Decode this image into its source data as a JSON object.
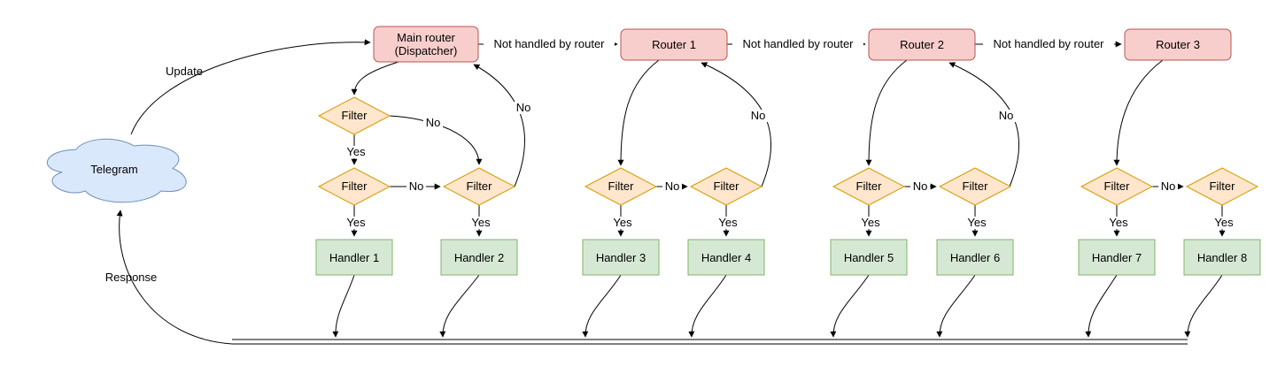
{
  "diagram": {
    "nodes": {
      "telegram": "Telegram",
      "main_router_line1": "Main router",
      "main_router_line2": "(Dispatcher)",
      "router1": "Router 1",
      "router2": "Router 2",
      "router3": "Router 3",
      "filter": "Filter",
      "handlers": [
        "Handler 1",
        "Handler 2",
        "Handler 3",
        "Handler 4",
        "Handler 5",
        "Handler 6",
        "Handler 7",
        "Handler 8"
      ]
    },
    "edge_labels": {
      "update": "Update",
      "response": "Response",
      "not_handled": "Not handled by router",
      "yes": "Yes",
      "no": "No"
    },
    "colors": {
      "router": {
        "fill": "#f8cecc",
        "stroke": "#b85450"
      },
      "filter": {
        "fill": "#ffe6cc",
        "stroke": "#d79b00"
      },
      "handler": {
        "fill": "#d5e8d4",
        "stroke": "#82b366"
      },
      "cloud": {
        "fill": "#dae8fc",
        "stroke": "#6c8ebf"
      },
      "line": "#000000"
    }
  }
}
